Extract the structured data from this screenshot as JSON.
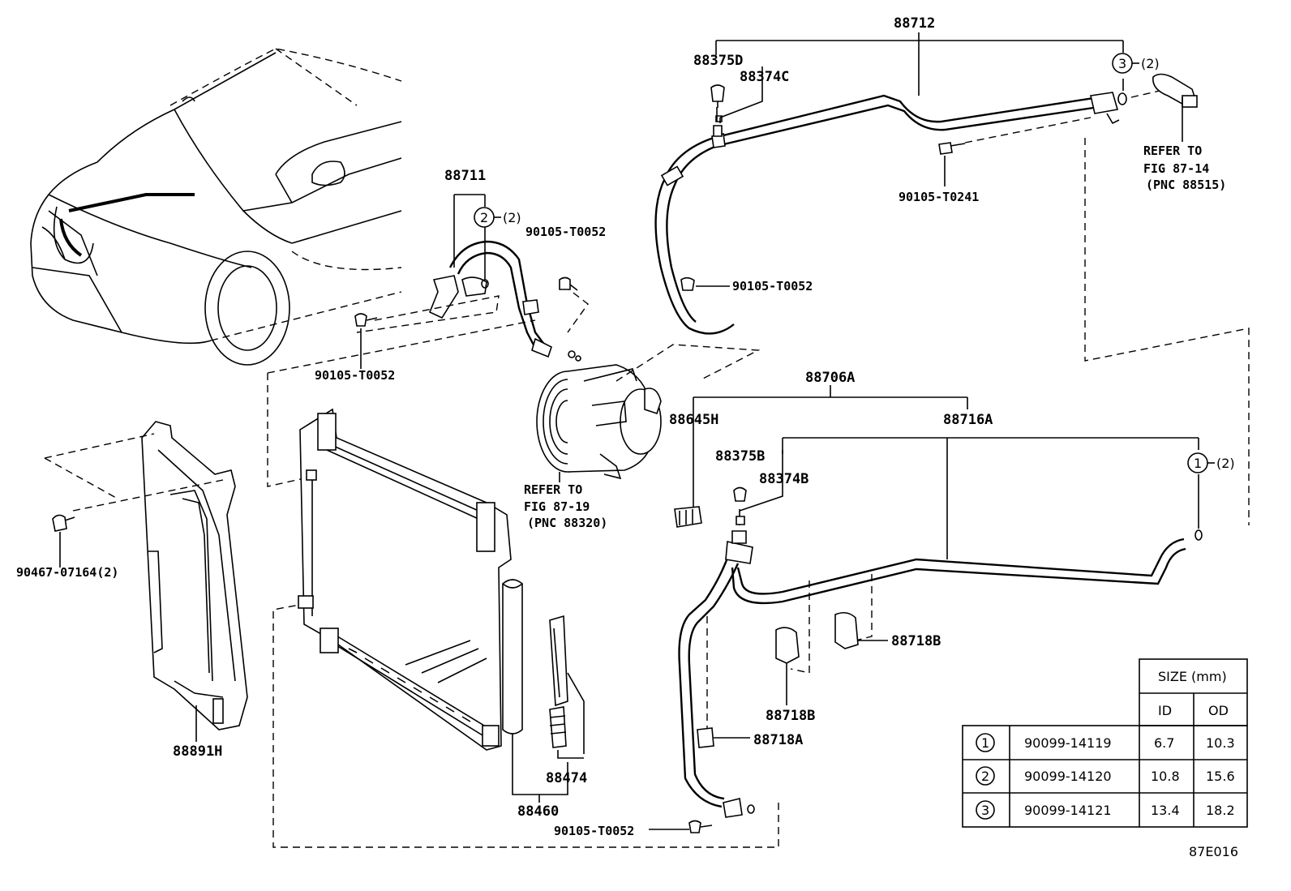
{
  "figure_code": "87E016",
  "labels": {
    "p88712": "88712",
    "p88375d": "88375D",
    "p88374c": "88374C",
    "ring3_qty": "(2)",
    "ring3_num": "3",
    "p90105_t0241": "90105-T0241",
    "refer_14_a": "REFER TO",
    "refer_14_b": "FIG 87-14",
    "refer_14_c": "(PNC 88515)",
    "p88711": "88711",
    "ring2_qty": "(2)",
    "ring2_num": "2",
    "p90105_t0052_a": "90105-T0052",
    "p90105_t0052_b": "90105-T0052",
    "p90105_t0052_c": "90105-T0052",
    "p90105_t0052_d": "90105-T0052",
    "refer_19_a": "REFER TO",
    "refer_19_b": "FIG 87-19",
    "refer_19_c": "(PNC 88320)",
    "p88706a": "88706A",
    "p88645h": "88645H",
    "p88716a": "88716A",
    "p88375b": "88375B",
    "p88374b": "88374B",
    "ring1_qty": "(2)",
    "ring1_num": "1",
    "p90467": "90467-07164(2)",
    "p88891h": "88891H",
    "p88718b_a": "88718B",
    "p88718b_b": "88718B",
    "p88718a": "88718A",
    "p88474": "88474",
    "p88460": "88460"
  },
  "size_table": {
    "title": "SIZE (mm)",
    "col_id": "ID",
    "col_od": "OD",
    "rows": [
      {
        "num": "1",
        "part": "90099-14119",
        "id": "6.7",
        "od": "10.3"
      },
      {
        "num": "2",
        "part": "90099-14120",
        "id": "10.8",
        "od": "15.6"
      },
      {
        "num": "3",
        "part": "90099-14121",
        "id": "13.4",
        "od": "18.2"
      }
    ]
  }
}
